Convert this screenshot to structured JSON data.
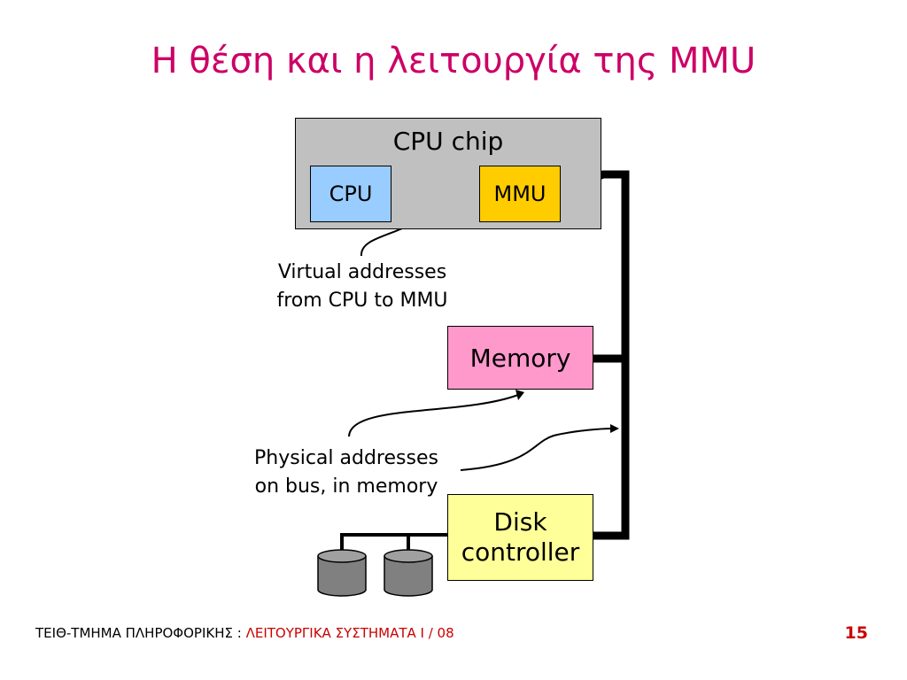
{
  "title": "Η θέση και η λειτουργία της MMU",
  "diagram": {
    "cpu_chip_label": "CPU chip",
    "cpu_label": "CPU",
    "mmu_label": "MMU",
    "memory_label": "Memory",
    "disk_controller_label_line1": "Disk",
    "disk_controller_label_line2": "controller",
    "virtual_note_line1": "Virtual addresses",
    "virtual_note_line2": "from CPU to MMU",
    "physical_note_line1": "Physical addresses",
    "physical_note_line2": "on bus, in memory"
  },
  "footer": {
    "department": "ΤΕΙΘ-ΤΜΗΜΑ ΠΛΗΡΟΦΟΡΙΚΗΣ :",
    "course": "ΛΕΙΤΟΥΡΓΙΚΑ ΣΥΣΤΗΜΑΤΑ Ι / 08",
    "page_number": "15"
  },
  "colors": {
    "title": "#cc0066",
    "cpu_chip": "#c0c0c0",
    "cpu": "#99ccff",
    "mmu": "#ffcc00",
    "memory": "#ff99cc",
    "disk_controller": "#ffff99",
    "disk": "#808080",
    "footer_accent": "#cc0000"
  }
}
